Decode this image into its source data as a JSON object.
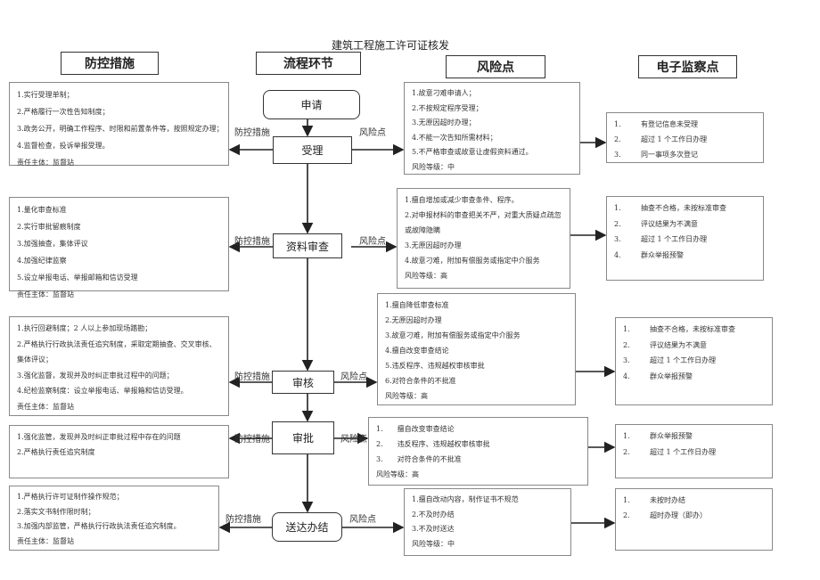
{
  "title": "建筑工程施工许可证核发",
  "headers": {
    "prevention": "防控措施",
    "process": "流程环节",
    "risk": "风险点",
    "monitor": "电子监察点"
  },
  "arrow_labels": {
    "prevention": "防控措施",
    "risk": "风险点"
  },
  "stages": [
    {
      "name": "申请"
    },
    {
      "name": "受理",
      "prevention": [
        "1.实行受理单制；",
        "2.严格履行一次性告知制度；",
        "3.政务公开，明确工作程序、时限和前置条件等，按照规定办理；",
        "4.监督检查，投诉举报受理。",
        "责任主体：监督站"
      ],
      "risks": [
        "1.故意刁难申请人；",
        "2.不按规定程序受理；",
        "3.无原因超时办理；",
        "4.不能一次告知所需材料；",
        "5.不严格审查或故意让虚假资料通过。",
        "风险等级：中"
      ],
      "monitor": [
        {
          "n": "1.",
          "t": "有登记信息未受理"
        },
        {
          "n": "2.",
          "t": "超过 1 个工作日办理"
        },
        {
          "n": "3.",
          "t": "同一事项多次登记"
        }
      ]
    },
    {
      "name": "资料审查",
      "prevention": [
        "1.量化审查标准",
        "2.实行审批留痕制度",
        "3.加强抽查，集体评议",
        "4.加强纪律监察",
        "5.设立举报电话、举报邮箱和信访受理",
        "责任主体：监督站"
      ],
      "risks": [
        "1.擅自增加或减少审查条件、程序。",
        "2.对申报材料的审查把关不严，对重大质疑点疏忽",
        "或故障隐瞒",
        "3.无原因超时办理",
        "4.故意刁难，附加有偿服务或指定中介服务",
        "风险等级：高"
      ],
      "monitor": [
        {
          "n": "1.",
          "t": "抽查不合格，未按标准审查"
        },
        {
          "n": "2.",
          "t": "评议结果为不满意"
        },
        {
          "n": "3.",
          "t": "超过 1 个工作日办理"
        },
        {
          "n": "4.",
          "t": "群众举报预警"
        }
      ]
    },
    {
      "name": "审核",
      "prevention": [
        "1.执行回避制度；2 人以上参加现场踏勘；",
        "2.严格执行行政执法责任追究制度，采取定期抽查、交叉审核、",
        "集体评议；",
        "3.强化监督，发现并及时纠正审批过程中的问题；",
        "4.纪检监察制度：设立举报电话、举报箱和信访受理。",
        "责任主体：监督站"
      ],
      "risks": [
        "1.擅自降低审查标准",
        "2.无原因超时办理",
        "3.故意刁难，附加有偿服务或指定中介服务",
        "4.擅自改变审查结论",
        "5.违反程序、违规越权审核审批",
        "6.对符合条件的不批准",
        "风险等级：高"
      ],
      "monitor": [
        {
          "n": "1.",
          "t": "抽查不合格，未按标准审查"
        },
        {
          "n": "2.",
          "t": "评议结果为不满意"
        },
        {
          "n": "3.",
          "t": "超过 1 个工作日办理"
        },
        {
          "n": "4.",
          "t": "群众举报预警"
        }
      ]
    },
    {
      "name": "审批",
      "prevention": [
        "1.强化监管，发现并及时纠正审批过程中存在的问题",
        "2.严格执行责任追究制度"
      ],
      "risks": [
        "1.　　擅自改变审查结论",
        "2.　　违反程序、违规越权审核审批",
        "3.　　对符合条件的不批准",
        "风险等级：高"
      ],
      "monitor": [
        {
          "n": "1.",
          "t": "群众举报预警"
        },
        {
          "n": "2.",
          "t": "超过 1 个工作日办理"
        }
      ]
    },
    {
      "name": "送达办结",
      "prevention": [
        "1.严格执行许可证制作操作规范；",
        "2.落实文书制作限时制；",
        "3.加强内部监管，严格执行行政执法责任追究制度。",
        "责任主体：监督站"
      ],
      "risks": [
        "1.擅自改动内容，制作证书不规范",
        "2.不及时办结",
        "3.不及时送达",
        "风险等级：中"
      ],
      "monitor": [
        {
          "n": "1.",
          "t": "未按时办结"
        },
        {
          "n": "2.",
          "t": "超时办理（即办）"
        }
      ]
    }
  ]
}
